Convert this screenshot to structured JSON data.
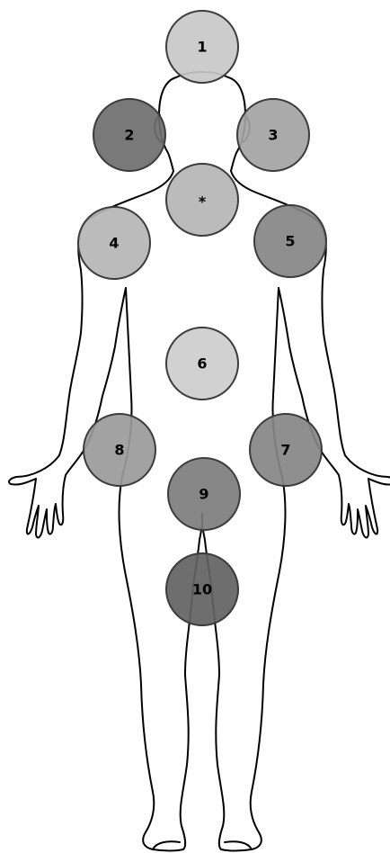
{
  "markers": [
    {
      "id": "1",
      "label": "1",
      "fill": "#c8c8c8"
    },
    {
      "id": "2",
      "label": "2",
      "fill": "#6e6e6e"
    },
    {
      "id": "3",
      "label": "3",
      "fill": "#a3a3a3"
    },
    {
      "id": "star",
      "label": "*",
      "fill": "#b5b5b5"
    },
    {
      "id": "4",
      "label": "4",
      "fill": "#b5b5b5"
    },
    {
      "id": "5",
      "label": "5",
      "fill": "#858585"
    },
    {
      "id": "6",
      "label": "6",
      "fill": "#cdcdcd"
    },
    {
      "id": "8",
      "label": "8",
      "fill": "#9a9a9a"
    },
    {
      "id": "7",
      "label": "7",
      "fill": "#858585"
    },
    {
      "id": "9",
      "label": "9",
      "fill": "#7d7d7d"
    },
    {
      "id": "10",
      "label": "10",
      "fill": "#626262"
    }
  ]
}
